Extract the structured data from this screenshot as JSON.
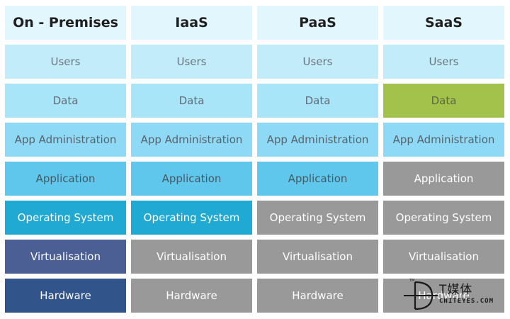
{
  "columns": [
    {
      "header": "On - Premises",
      "cells": [
        "Users",
        "Data",
        "App Administration",
        "Application",
        "Operating System",
        "Virtualisation",
        "Hardware"
      ]
    },
    {
      "header": "IaaS",
      "cells": [
        "Users",
        "Data",
        "App Administration",
        "Application",
        "Operating System",
        "Virtualisation",
        "Hardware"
      ]
    },
    {
      "header": "PaaS",
      "cells": [
        "Users",
        "Data",
        "App Administration",
        "Application",
        "Operating System",
        "Virtualisation",
        "Hardware"
      ]
    },
    {
      "header": "SaaS",
      "cells": [
        "Users",
        "Data",
        "App Administration",
        "Application",
        "Operating System",
        "Virtualisation",
        "Hardware"
      ]
    }
  ],
  "colors": {
    "header_bg": "#e1f6fd",
    "users": "#c3ecfb",
    "data": "#a9e5f9",
    "app_administration": "#8ed9f5",
    "application": "#5fc7ec",
    "operating_system": "#1fa9d3",
    "virtualisation": "#4c5f95",
    "hardware": "#31548a",
    "provider_managed": "#999999",
    "saas_data_highlight": "#a3c24b"
  },
  "watermark": {
    "chinese": "T媒体",
    "english": "CNITEYES.COM",
    "icon": "tmt-logo-icon"
  }
}
